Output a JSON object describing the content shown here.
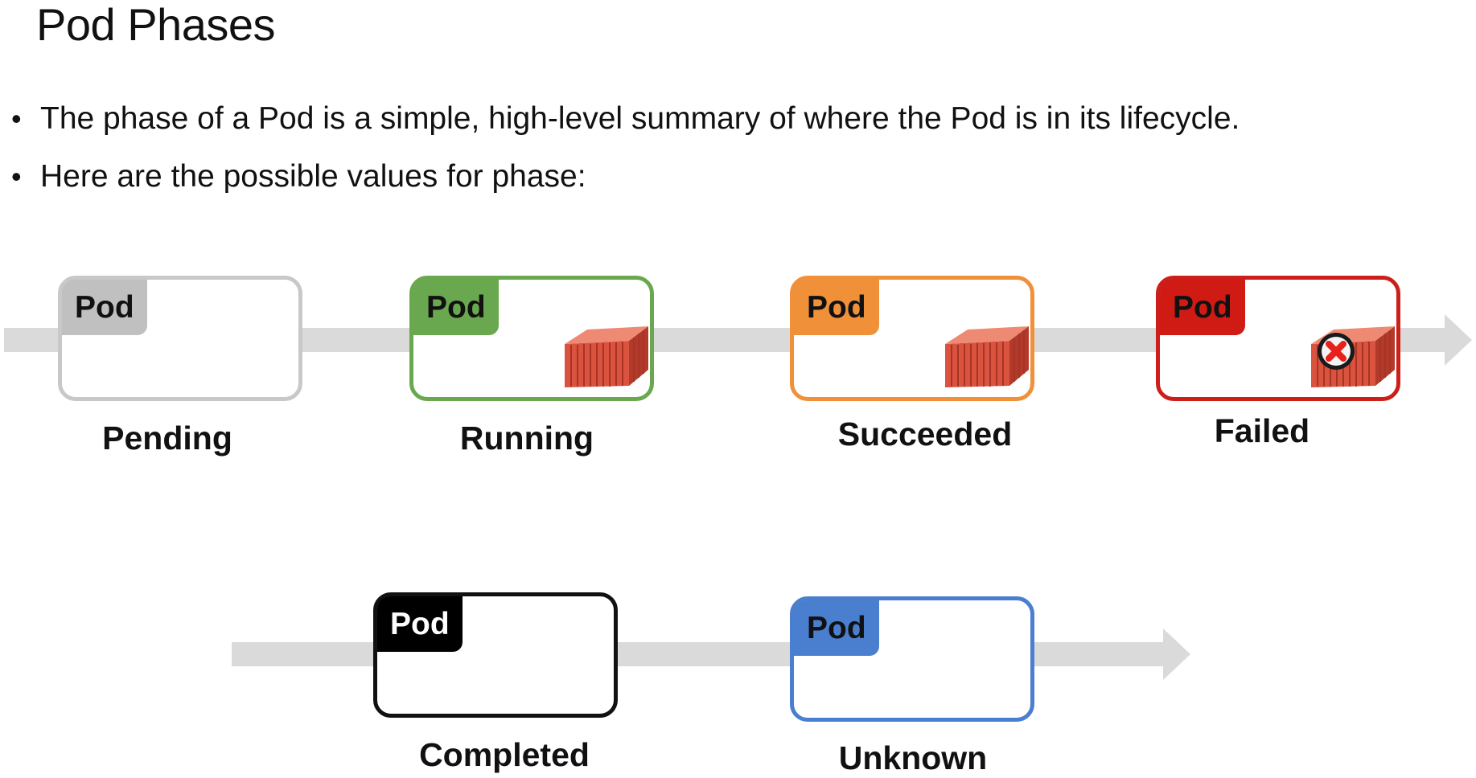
{
  "slide": {
    "title": "Pod Phases",
    "bullets": [
      "The phase of a Pod is a simple, high-level summary of where the Pod is in its lifecycle.",
      "Here are the possible values for phase:"
    ]
  },
  "pod_tag_text": "Pod",
  "phases": {
    "pending": {
      "label": "Pending",
      "color": "#c8c8c8",
      "tag_color": "#c0c0c0",
      "tag_text_color": "#111111"
    },
    "running": {
      "label": "Running",
      "color": "#6aa84f",
      "tag_color": "#6aa84f",
      "tag_text_color": "#111111",
      "icon": "shipping-container-icon"
    },
    "succeeded": {
      "label": "Succeeded",
      "color": "#f0913a",
      "tag_color": "#f0913a",
      "tag_text_color": "#111111",
      "icon": "shipping-container-icon"
    },
    "failed": {
      "label": "Failed",
      "color": "#cc1f1a",
      "tag_color": "#d01a14",
      "tag_text_color": "#111111",
      "icon": "shipping-container-failed-icon"
    },
    "completed": {
      "label": "Completed",
      "color": "#111111",
      "tag_color": "#000000",
      "tag_text_color": "#ffffff"
    },
    "unknown": {
      "label": "Unknown",
      "color": "#4a7fd0",
      "tag_color": "#4a7fd0",
      "tag_text_color": "#111111"
    }
  },
  "colors": {
    "arrow": "#dadada",
    "container": "#d9533f"
  }
}
